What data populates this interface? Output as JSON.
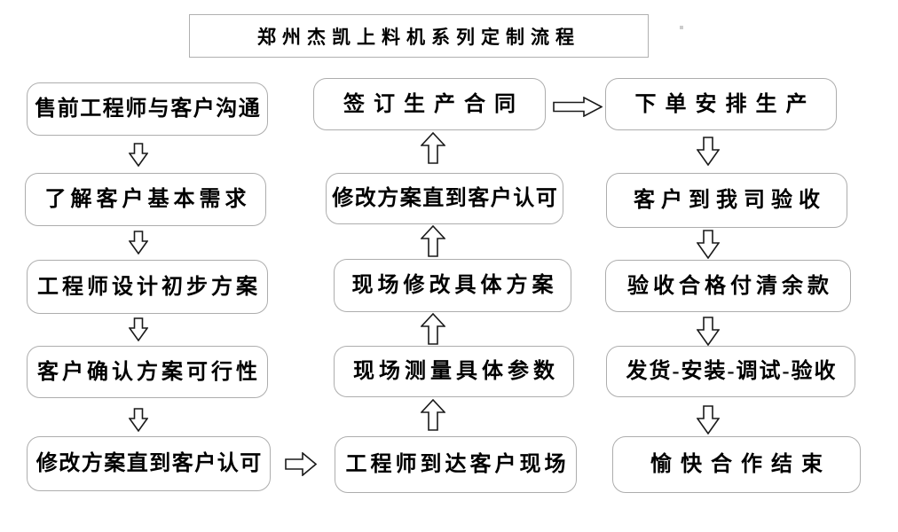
{
  "title": "郑州杰凯上料机系列定制流程",
  "flow": {
    "left": [
      "售前工程师与客户沟通",
      "了解客户基本需求",
      "工程师设计初步方案",
      "客户确认方案可行性",
      "修改方案直到客户认可"
    ],
    "middle": [
      "签订生产合同",
      "修改方案直到客户认可",
      "现场修改具体方案",
      "现场测量具体参数",
      "工程师到达客户现场"
    ],
    "right": [
      "下单安排生产",
      "客户到我司验收",
      "验收合格付清余款",
      "发货-安装-调试-验收",
      "愉快合作结束"
    ]
  },
  "arrows": {
    "left_column_direction": "down",
    "middle_column_direction": "up",
    "right_column_direction": "down",
    "left_to_middle": "right",
    "middle_to_right": "right"
  },
  "colors": {
    "background": "#ffffff",
    "box_border": "#adadad",
    "title_border": "#b0b0b0",
    "arrow_outline": "#1a1a1a",
    "arrow_fill": "#ffffff",
    "text": "#000000"
  }
}
